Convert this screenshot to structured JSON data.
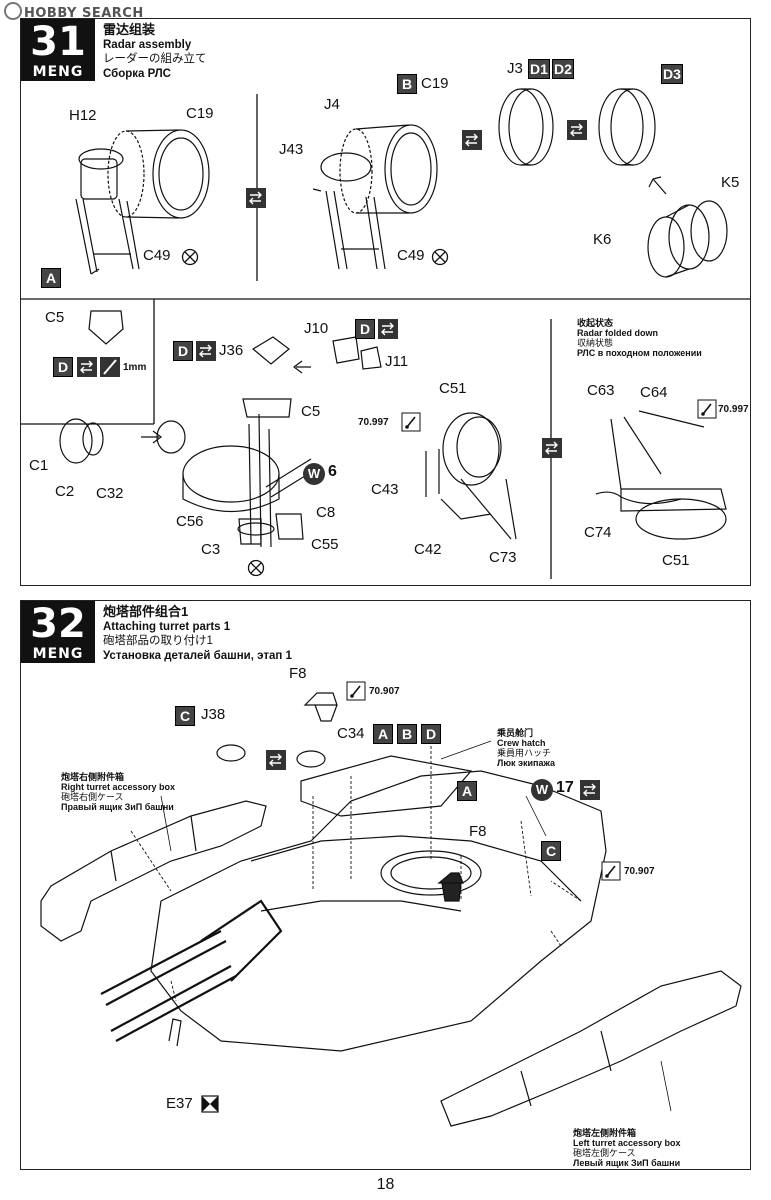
{
  "watermark": "HOBBY SEARCH",
  "page_number": "18",
  "steps": [
    {
      "number": "31",
      "brand": "MENG",
      "title_cn": "雷达组装",
      "title_en": "Radar assembly",
      "title_jp": "レーダーの組み立て",
      "title_ru": "Сборка РЛС"
    },
    {
      "number": "32",
      "brand": "MENG",
      "title_cn": "炮塔部件组合1",
      "title_en": "Attaching turret parts 1",
      "title_jp": "砲塔部品の取り付け1",
      "title_ru": "Установка деталей башни, этап 1"
    }
  ],
  "step31": {
    "labels": {
      "h12": "H12",
      "c19a": "C19",
      "c49a": "C49",
      "a": "A",
      "j4": "J4",
      "b": "B",
      "c19b": "C19",
      "j43": "J43",
      "c49b": "C49",
      "j3": "J3",
      "d1": "D1",
      "d2": "D2",
      "d3": "D3",
      "k5": "K5",
      "k6": "K6",
      "c5": "C5",
      "d_c5": "D",
      "drill": "1mm",
      "d_j36": "D",
      "j36": "J36",
      "j10": "J10",
      "j11": "J11",
      "d_j10": "D",
      "c5b": "C5",
      "c1": "C1",
      "c2": "C2",
      "c32": "C32",
      "w6": "W",
      "w6num": "6",
      "c56": "C56",
      "c8": "C8",
      "c3": "C3",
      "c55": "C55",
      "c51a": "C51",
      "paint1": "70.997",
      "c43": "C43",
      "c42": "C42",
      "c73": "C73",
      "c63": "C63",
      "c64": "C64",
      "paint2": "70.997",
      "c74": "C74",
      "c51b": "C51"
    },
    "folded": {
      "cn": "收起状态",
      "en": "Radar folded down",
      "jp": "収納状態",
      "ru": "РЛС в походном положении"
    }
  },
  "step32": {
    "labels": {
      "f8a": "F8",
      "paint1": "70.907",
      "c_j38": "C",
      "j38": "J38",
      "c34": "C34",
      "a": "A",
      "b": "B",
      "d": "D",
      "a2": "A",
      "w17": "W",
      "w17num": "17",
      "f8b": "F8",
      "c2": "C",
      "paint2": "70.907",
      "e37": "E37"
    },
    "crew_hatch": {
      "cn": "乘员舱门",
      "en": "Crew hatch",
      "jp": "乗員用ハッチ",
      "ru": "Люк экипажа"
    },
    "right_box": {
      "cn": "炮塔右侧附件箱",
      "en": "Right turret accessory box",
      "jp": "砲塔右側ケース",
      "ru": "Правый ящик ЗиП башни"
    },
    "left_box": {
      "cn": "炮塔左侧附件箱",
      "en": "Left turret accessory box",
      "jp": "砲塔左側ケース",
      "ru": "Левый ящик ЗиП башни"
    }
  }
}
